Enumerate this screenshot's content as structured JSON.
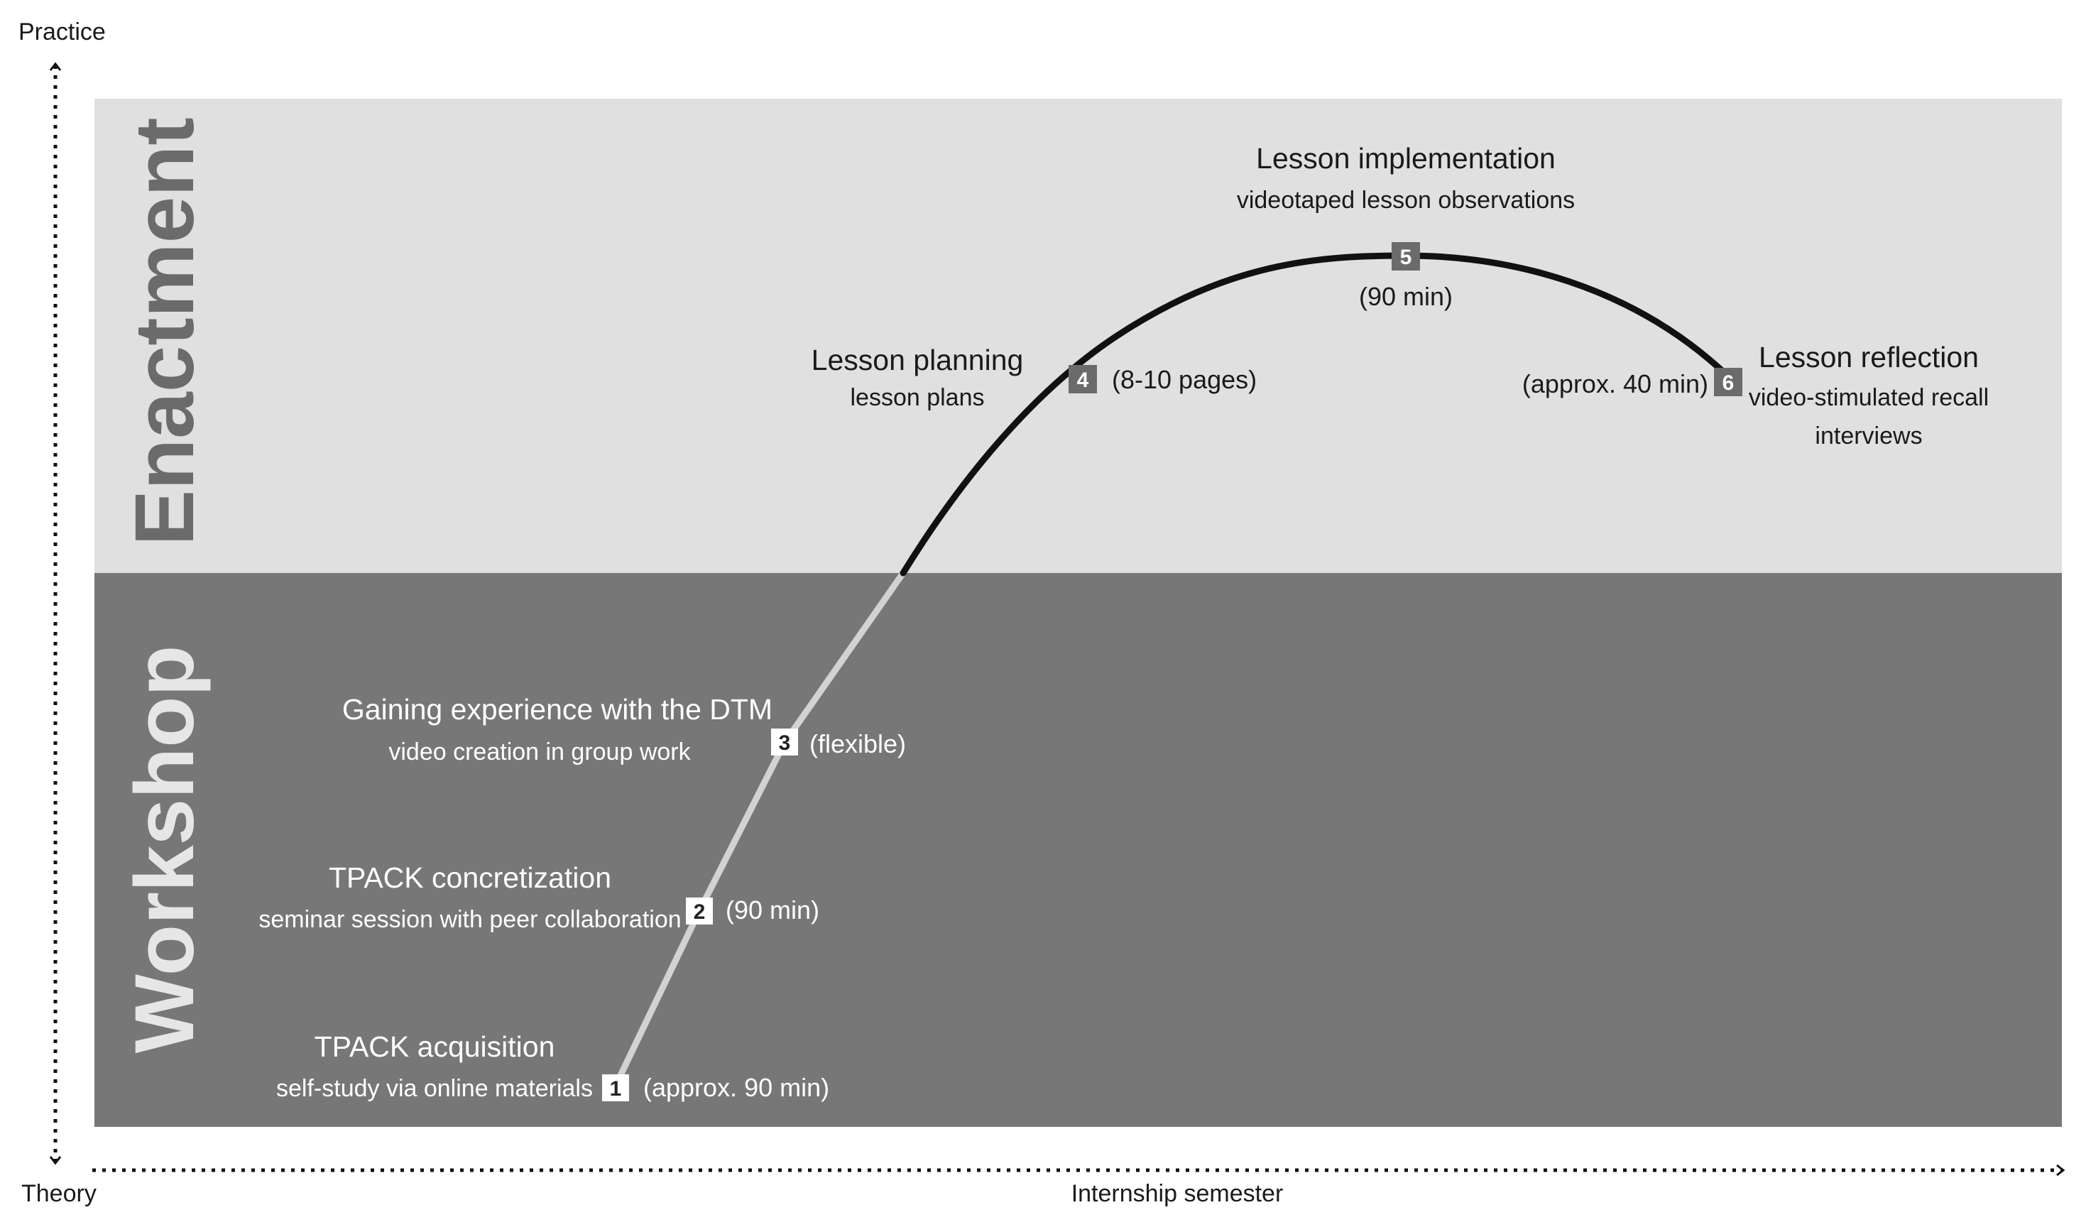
{
  "axes": {
    "y_top": "Practice",
    "y_bottom": "Theory",
    "x": "Internship semester"
  },
  "phases": {
    "upper": "Enactment",
    "lower": "Workshop"
  },
  "steps": [
    {
      "number": "1",
      "title": "TPACK acquisition",
      "subtitle": "self-study via online materials",
      "subtitle2": "",
      "duration": "(approx. 90 min)"
    },
    {
      "number": "2",
      "title": "TPACK concretization",
      "subtitle": "seminar session with peer collaboration",
      "subtitle2": "",
      "duration": "(90 min)"
    },
    {
      "number": "3",
      "title": "Gaining experience with the DTM",
      "subtitle": "video creation in group work",
      "subtitle2": "",
      "duration": "(flexible)"
    },
    {
      "number": "4",
      "title": "Lesson planning",
      "subtitle": "lesson plans",
      "subtitle2": "",
      "duration": "(8-10 pages)"
    },
    {
      "number": "5",
      "title": "Lesson implementation",
      "subtitle": "videotaped lesson observations",
      "subtitle2": "",
      "duration": "(90 min)"
    },
    {
      "number": "6",
      "title": "Lesson reflection",
      "subtitle": "video-stimulated recall",
      "subtitle2": "interviews",
      "duration": "(approx. 40 min)"
    }
  ],
  "colors": {
    "enactment_band": "#e0e0e0",
    "workshop_band": "#777777",
    "curve_enactment": "#111111",
    "curve_workshop": "#d2d2d2",
    "enactment_label": "#6b6b6b",
    "workshop_label": "#e6e6e6",
    "badge_light": "#ffffff",
    "badge_dark": "#6b6b6b"
  }
}
